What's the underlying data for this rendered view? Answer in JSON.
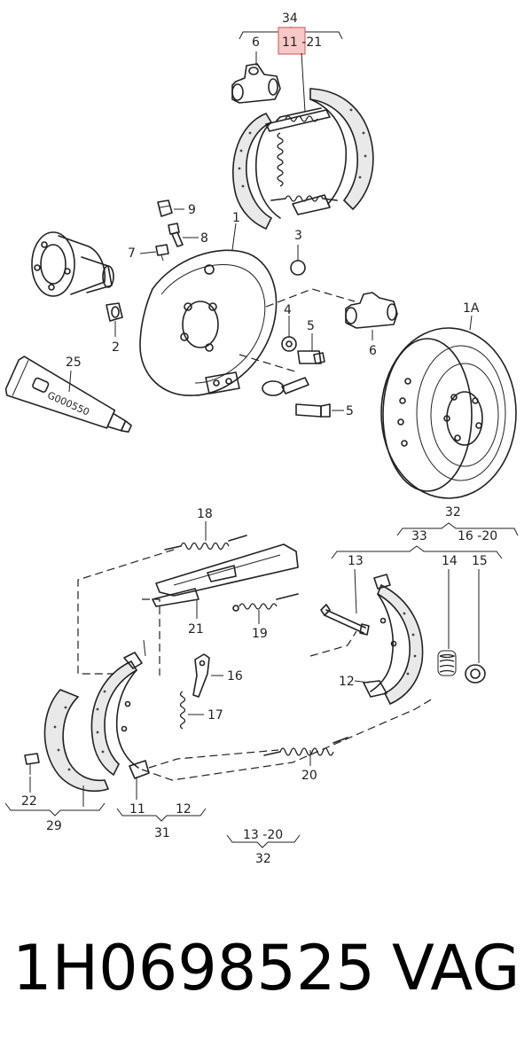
{
  "callouts": [
    {
      "id": "c34",
      "text": "34"
    },
    {
      "id": "c6a",
      "text": "6"
    },
    {
      "id": "c11_21",
      "text": "11 -21"
    },
    {
      "id": "c9",
      "text": "9"
    },
    {
      "id": "c8",
      "text": "8"
    },
    {
      "id": "c7",
      "text": "7"
    },
    {
      "id": "c1",
      "text": "1"
    },
    {
      "id": "c3",
      "text": "3"
    },
    {
      "id": "c2",
      "text": "2"
    },
    {
      "id": "c4",
      "text": "4"
    },
    {
      "id": "c5a",
      "text": "5"
    },
    {
      "id": "c5b",
      "text": "5"
    },
    {
      "id": "c6b",
      "text": "6"
    },
    {
      "id": "c1A",
      "text": "1A"
    },
    {
      "id": "c25",
      "text": "25"
    },
    {
      "id": "c18",
      "text": "18"
    },
    {
      "id": "c32a",
      "text": "32"
    },
    {
      "id": "c33",
      "text": "33"
    },
    {
      "id": "c16_20",
      "text": "16 -20"
    },
    {
      "id": "c13a",
      "text": "13"
    },
    {
      "id": "c14",
      "text": "14"
    },
    {
      "id": "c15",
      "text": "15"
    },
    {
      "id": "c21",
      "text": "21"
    },
    {
      "id": "c19",
      "text": "19"
    },
    {
      "id": "c16",
      "text": "16"
    },
    {
      "id": "c12a",
      "text": "12"
    },
    {
      "id": "c17",
      "text": "17"
    },
    {
      "id": "c20",
      "text": "20"
    },
    {
      "id": "c22",
      "text": "22"
    },
    {
      "id": "c29",
      "text": "29"
    },
    {
      "id": "c11",
      "text": "11"
    },
    {
      "id": "c12b",
      "text": "12"
    },
    {
      "id": "c31",
      "text": "31"
    },
    {
      "id": "c13_20",
      "text": "13 -20"
    },
    {
      "id": "c32b",
      "text": "32"
    }
  ],
  "tube_text": "G000550",
  "highlight_color": "#f7c8c8",
  "caption": {
    "part_number": "1H0698525",
    "brand": "VAG"
  }
}
